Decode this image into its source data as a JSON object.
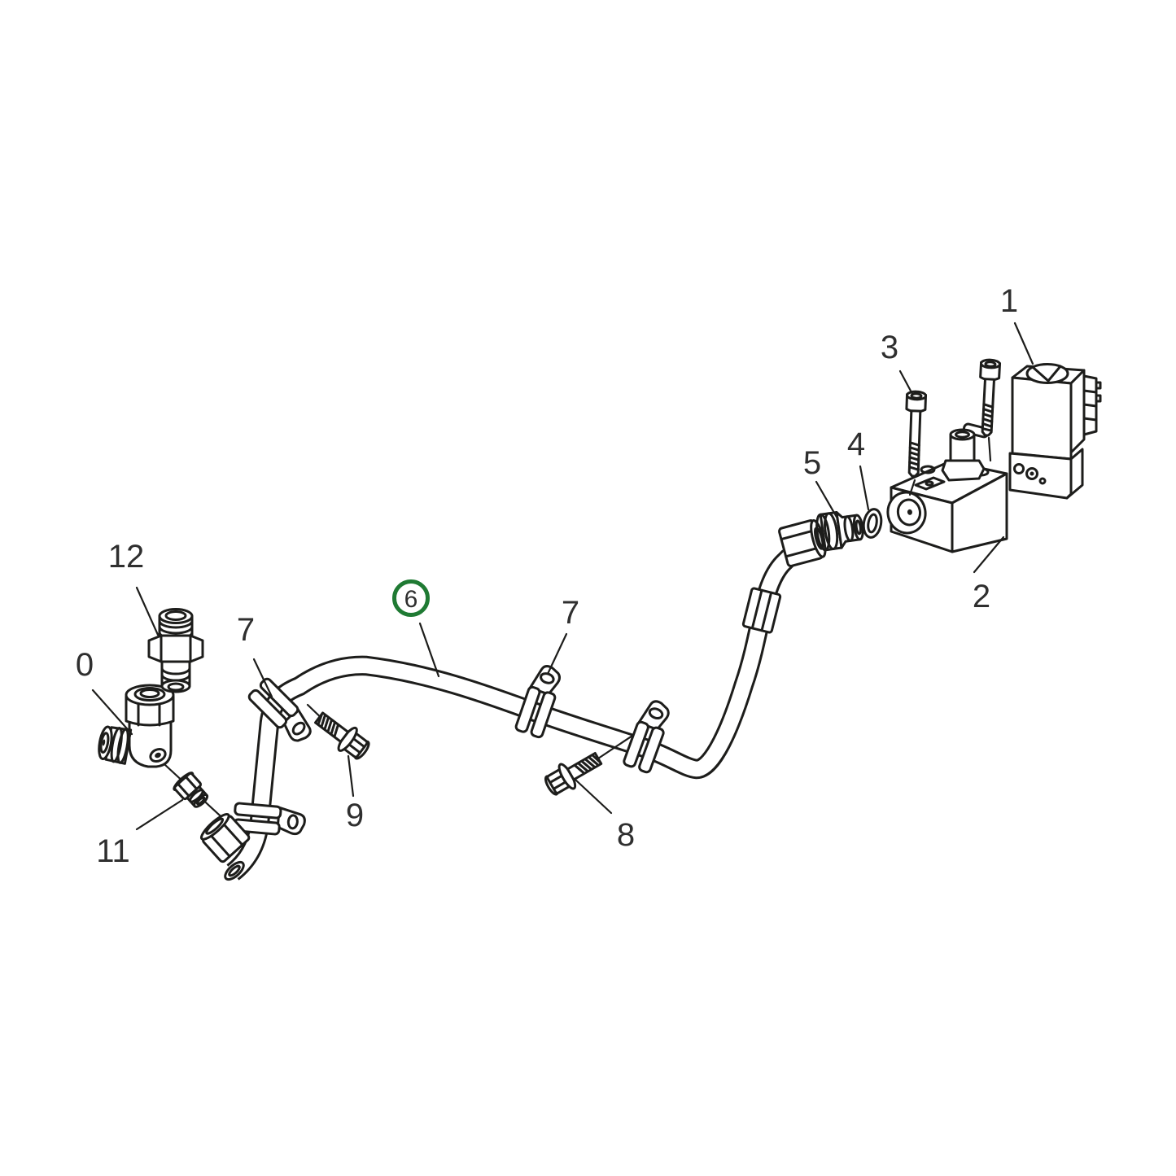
{
  "canvas": {
    "background": "#ffffff",
    "line_color": "#1d1d1b",
    "label_color": "#2f2f2f",
    "muted_label_color": "#9a9a9a",
    "highlight_color": "#1f7a33"
  },
  "diagram": {
    "kind": "exploded-parts-diagram",
    "callouts": {
      "c0": {
        "label": "0"
      },
      "c1": {
        "label": "1"
      },
      "c2": {
        "label": "2"
      },
      "c3": {
        "label": "3"
      },
      "c4": {
        "label": "4"
      },
      "c5": {
        "label": "5"
      },
      "c6": {
        "label": "6",
        "highlighted": true
      },
      "c7a": {
        "label": "7"
      },
      "c7b": {
        "label": "7"
      },
      "c8": {
        "label": "8"
      },
      "c9": {
        "label": "9"
      },
      "c11": {
        "label": "11",
        "muted": true
      },
      "c12": {
        "label": "12"
      }
    }
  }
}
